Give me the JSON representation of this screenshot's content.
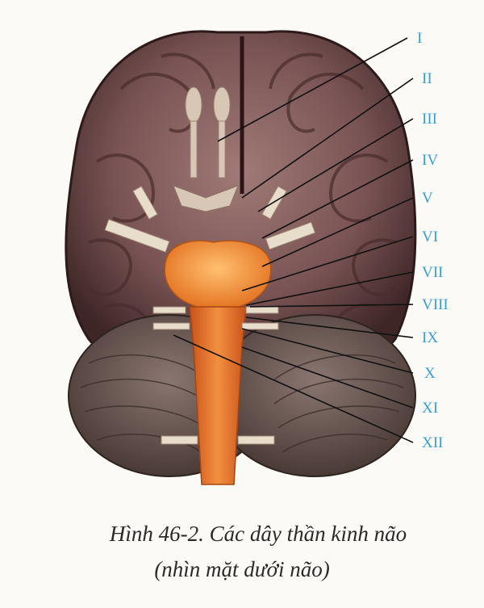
{
  "nerve_labels": [
    "I",
    "II",
    "III",
    "IV",
    "V",
    "VI",
    "VII",
    "VIII",
    "IX",
    "X",
    "XI",
    "XII"
  ],
  "caption": {
    "line1": "Hình 46-2. Các dây thần kinh não",
    "line2": "(nhìn mặt dưới não)"
  },
  "colors": {
    "label": "#3aa0d4",
    "brain_dark": "#5a3a3a",
    "brain_mid": "#8a6060",
    "cerebellum": "#6e5a55",
    "brainstem": "#e8742a",
    "nerve": "#e8dccb"
  }
}
